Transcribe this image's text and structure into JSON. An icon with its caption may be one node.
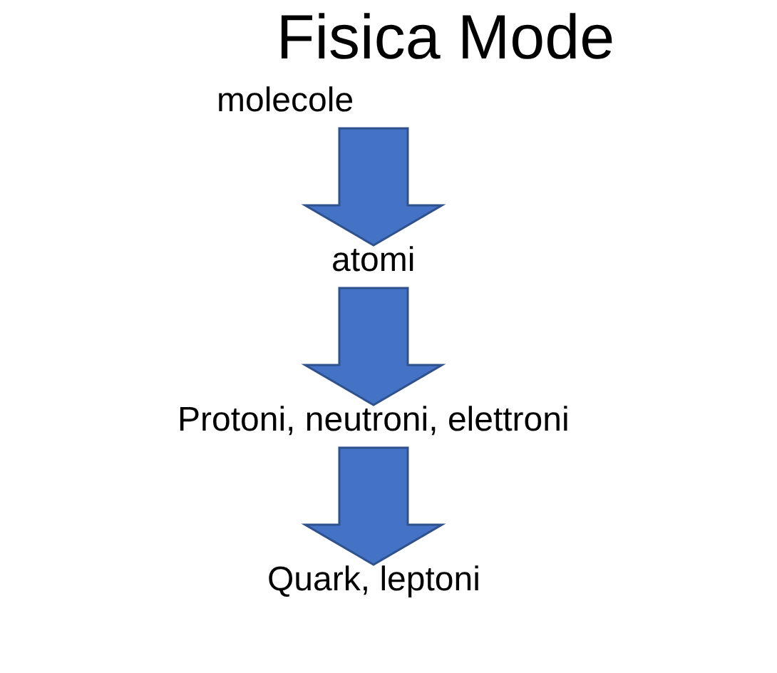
{
  "diagram": {
    "title": "Fisica Mode",
    "nodes": [
      {
        "text": [
          "molecole"
        ]
      },
      {
        "text": [
          "atomi"
        ]
      },
      {
        "text": [
          "Protoni, neutroni, elettroni"
        ]
      },
      {
        "text": [
          "Quark, leptoni"
        ]
      }
    ],
    "edges": [
      {
        "from": 0,
        "to": 1,
        "arrow": "to"
      },
      {
        "from": 1,
        "to": 2,
        "arrow": "to"
      },
      {
        "from": 2,
        "to": 3,
        "arrow": "to"
      }
    ]
  }
}
